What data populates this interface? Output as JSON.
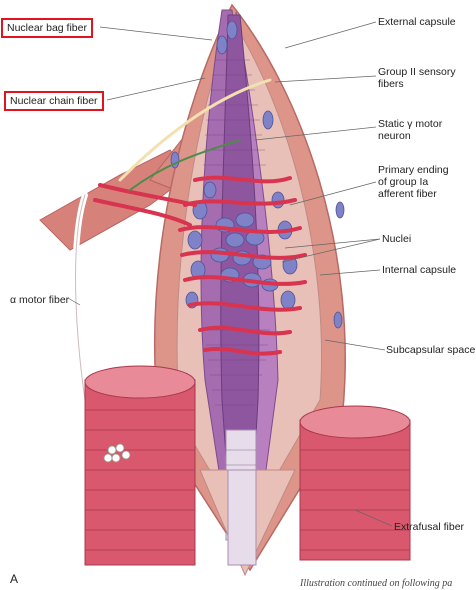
{
  "labels": {
    "nuclear_bag_fiber": "Nuclear bag fiber",
    "nuclear_chain_fiber": "Nuclear chain fiber",
    "external_capsule": "External capsule",
    "group2_line1": "Group II sensory",
    "group2_line2": "fibers",
    "static_line1": "Static γ motor",
    "static_line2": "neuron",
    "primary_line1": "Primary ending",
    "primary_line2": "of group Ia",
    "primary_line3": "afferent fiber",
    "nuclei": "Nuclei",
    "internal_capsule": "Internal capsule",
    "alpha_motor": "α motor fiber",
    "subcapsular": "Subcapsular space",
    "extrafusal": "Extrafusal fiber",
    "panel_letter": "A",
    "caption": "Illustration continued on following pa"
  },
  "colors": {
    "highlight_box": "#e0141c",
    "capsule": "#d98a80",
    "muscle": "#d9586e",
    "fiber_purple": "#9a5ba8",
    "nucleus": "#7f82c6",
    "nerve_red": "#d8334f",
    "nerve_cream": "#f2e0b0"
  }
}
